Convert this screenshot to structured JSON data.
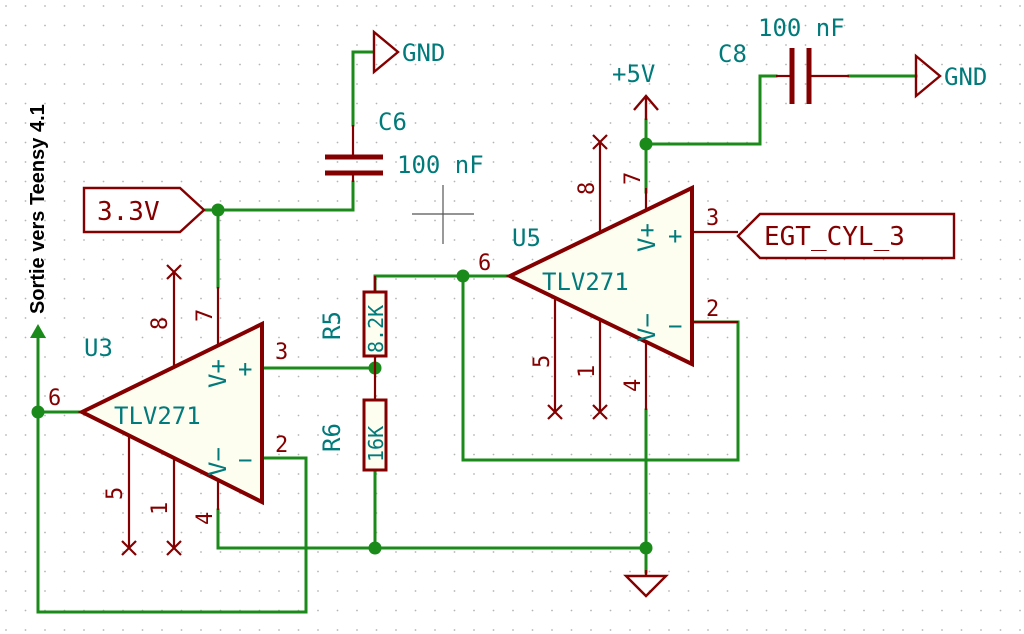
{
  "side_label": "Sortie vers Teensy 4.1",
  "power": {
    "gnd_top": "GND",
    "gnd_right": "GND",
    "plus5v": "+5V"
  },
  "capacitors": {
    "c6_ref": "C6",
    "c6_value": "100 nF",
    "c8_ref": "C8",
    "c8_value": "100 nF"
  },
  "resistors": {
    "r5_ref": "R5",
    "r5_value": "8.2K",
    "r6_ref": "R6",
    "r6_value": "16K"
  },
  "labels": {
    "v33": "3.3V",
    "egt": "EGT_CYL_3"
  },
  "u3": {
    "ref": "U3",
    "part": "TLV271",
    "pin_out": "6",
    "pin_plus": "3",
    "pin_minus": "2",
    "pin_vplus": "7",
    "pin_vminus": "4",
    "pin_8": "8",
    "pin_5": "5",
    "pin_1": "1",
    "vplus": "V+",
    "vminus": "V−",
    "plus": "+",
    "minus": "−"
  },
  "u5": {
    "ref": "U5",
    "part": "TLV271",
    "pin_out": "6",
    "pin_plus": "3",
    "pin_minus": "2",
    "pin_vplus": "7",
    "pin_vminus": "4",
    "pin_8": "8",
    "pin_5": "5",
    "pin_1": "1",
    "vplus": "V+",
    "vminus": "V−",
    "plus": "+",
    "minus": "−"
  },
  "colors": {
    "wire": "#1a8a1a",
    "component": "#840000",
    "text_teal": "#007a7a",
    "background": "#ffffff"
  }
}
